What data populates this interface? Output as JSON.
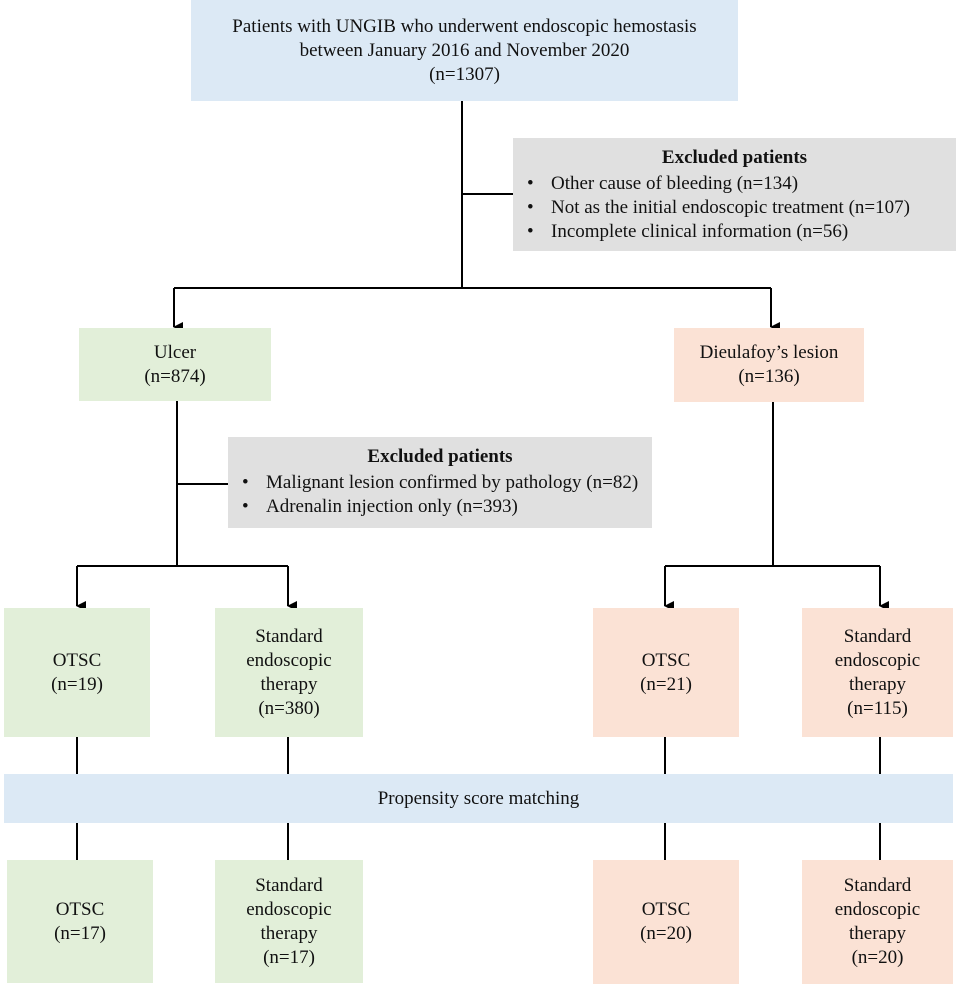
{
  "top": {
    "line1": "Patients with UNGIB who underwent endoscopic hemostasis",
    "line2": "between January 2016 and November 2020",
    "count": "(n=1307)"
  },
  "excluded1": {
    "title": "Excluded patients",
    "items": [
      "Other cause of bleeding (n=134)",
      "Not as the initial endoscopic treatment (n=107)",
      "Incomplete clinical information (n=56)"
    ]
  },
  "ulcer": {
    "label": "Ulcer",
    "count": "(n=874)"
  },
  "dieulafoy": {
    "label": "Dieulafoy’s lesion",
    "count": "(n=136)"
  },
  "excluded2": {
    "title": "Excluded patients",
    "items": [
      "Malignant lesion confirmed by pathology (n=82)",
      "Adrenalin injection only (n=393)"
    ]
  },
  "ulcer_otsc": {
    "label": "OTSC",
    "count": "(n=19)"
  },
  "ulcer_std": {
    "line1": "Standard",
    "line2": "endoscopic",
    "line3": "therapy",
    "count": "(n=380)"
  },
  "dl_otsc": {
    "label": "OTSC",
    "count": "(n=21)"
  },
  "dl_std": {
    "line1": "Standard",
    "line2": "endoscopic",
    "line3": "therapy",
    "count": "(n=115)"
  },
  "psm": {
    "label": "Propensity score matching"
  },
  "m_ulcer_otsc": {
    "label": "OTSC",
    "count": "(n=17)"
  },
  "m_ulcer_std": {
    "line1": "Standard",
    "line2": "endoscopic",
    "line3": "therapy",
    "count": "(n=17)"
  },
  "m_dl_otsc": {
    "label": "OTSC",
    "count": "(n=20)"
  },
  "m_dl_std": {
    "line1": "Standard",
    "line2": "endoscopic",
    "line3": "therapy",
    "count": "(n=20)"
  }
}
